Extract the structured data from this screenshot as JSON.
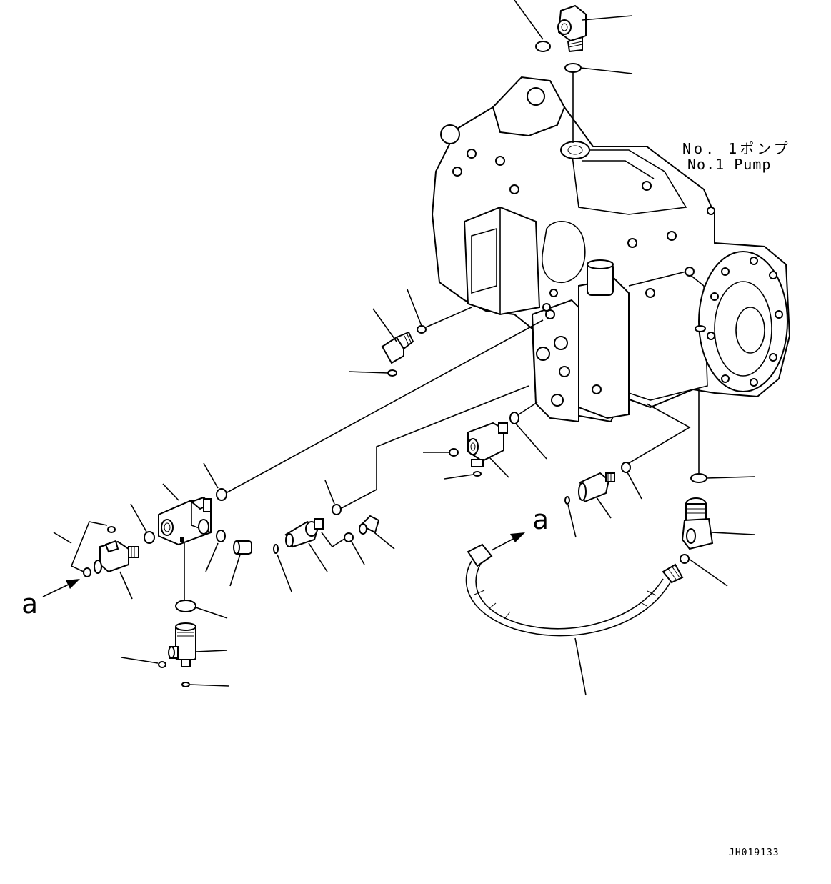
{
  "diagram": {
    "pump_label_jp": "No. 1ポンプ",
    "pump_label_en": "No.1 Pump",
    "detail_marker_left": "a",
    "detail_marker_right": "a",
    "reference_code": "JH019133"
  }
}
